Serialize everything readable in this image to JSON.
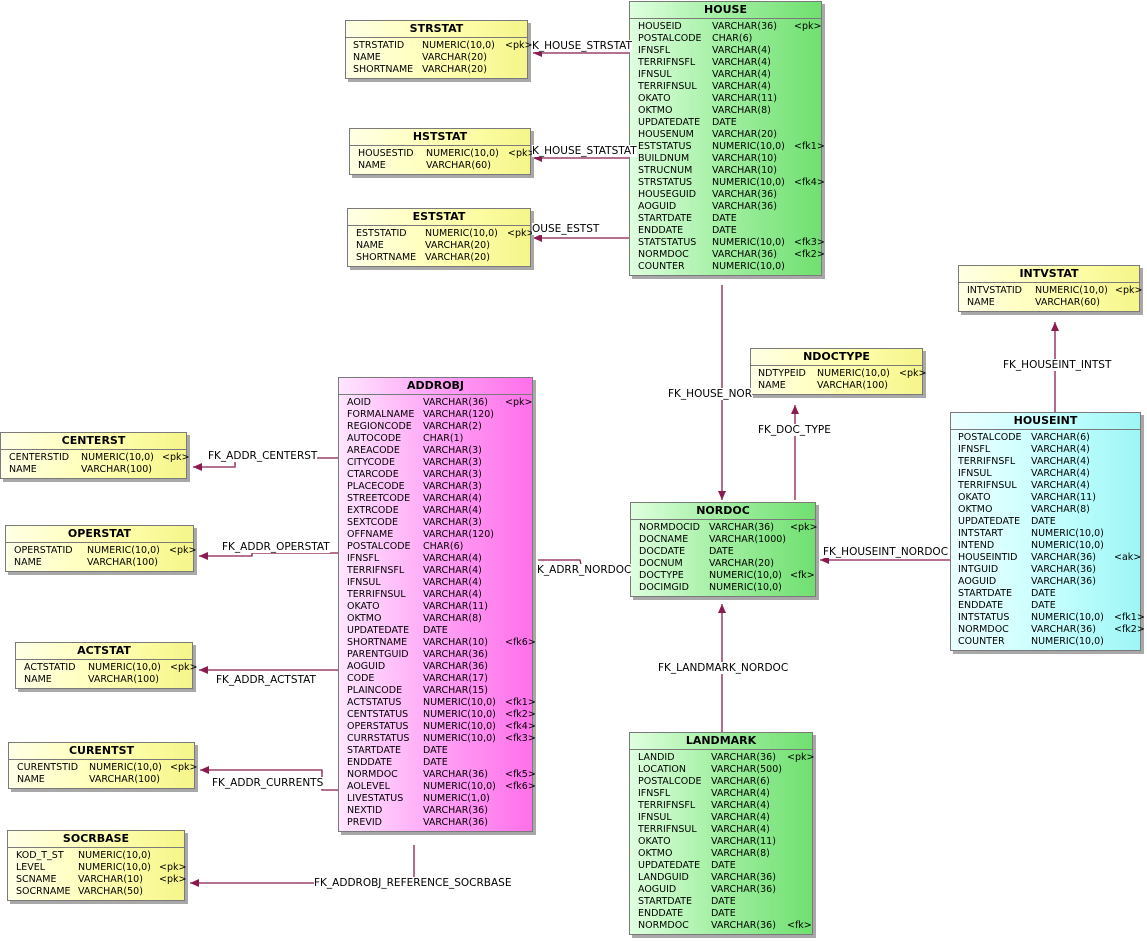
{
  "colors": {
    "yellow_table": "#ffffc0",
    "green_table": "#a0f0a0",
    "pink_table": "#ff90f0",
    "cyan_table": "#c0ffff",
    "relationship_line": "#8b1a4f"
  },
  "tables": [
    {
      "id": "house",
      "title": "HOUSE",
      "rows": [
        {
          "col": "HOUSEID",
          "type": "VARCHAR(36)",
          "key": "<pk>",
          "pk": true
        },
        {
          "col": "POSTALCODE",
          "type": "CHAR(6)",
          "key": ""
        },
        {
          "col": "IFNSFL",
          "type": "VARCHAR(4)",
          "key": ""
        },
        {
          "col": "TERRIFNSFL",
          "type": "VARCHAR(4)",
          "key": ""
        },
        {
          "col": "IFNSUL",
          "type": "VARCHAR(4)",
          "key": ""
        },
        {
          "col": "TERRIFNSUL",
          "type": "VARCHAR(4)",
          "key": ""
        },
        {
          "col": "OKATO",
          "type": "VARCHAR(11)",
          "key": ""
        },
        {
          "col": "OKTMO",
          "type": "VARCHAR(8)",
          "key": ""
        },
        {
          "col": "UPDATEDATE",
          "type": "DATE",
          "key": ""
        },
        {
          "col": "HOUSENUM",
          "type": "VARCHAR(20)",
          "key": ""
        },
        {
          "col": "ESTSTATUS",
          "type": "NUMERIC(10,0)",
          "key": "<fk1>"
        },
        {
          "col": "BUILDNUM",
          "type": "VARCHAR(10)",
          "key": ""
        },
        {
          "col": "STRUCNUM",
          "type": "VARCHAR(10)",
          "key": ""
        },
        {
          "col": "STRSTATUS",
          "type": "NUMERIC(10,0)",
          "key": "<fk4>"
        },
        {
          "col": "HOUSEGUID",
          "type": "VARCHAR(36)",
          "key": ""
        },
        {
          "col": "AOGUID",
          "type": "VARCHAR(36)",
          "key": ""
        },
        {
          "col": "STARTDATE",
          "type": "DATE",
          "key": ""
        },
        {
          "col": "ENDDATE",
          "type": "DATE",
          "key": ""
        },
        {
          "col": "STATSTATUS",
          "type": "NUMERIC(10,0)",
          "key": "<fk3>"
        },
        {
          "col": "NORMDOC",
          "type": "VARCHAR(36)",
          "key": "<fk2>"
        },
        {
          "col": "COUNTER",
          "type": "NUMERIC(10,0)",
          "key": ""
        }
      ]
    },
    {
      "id": "strstat",
      "title": "STRSTAT",
      "rows": [
        {
          "col": "STRSTATID",
          "type": "NUMERIC(10,0)",
          "key": "<pk>",
          "pk": true
        },
        {
          "col": "NAME",
          "type": "VARCHAR(20)",
          "key": ""
        },
        {
          "col": "SHORTNAME",
          "type": "VARCHAR(20)",
          "key": ""
        }
      ]
    },
    {
      "id": "hststat",
      "title": "HSTSTAT",
      "rows": [
        {
          "col": "HOUSESTID",
          "type": "NUMERIC(10,0)",
          "key": "<pk>",
          "pk": true
        },
        {
          "col": "NAME",
          "type": "VARCHAR(60)",
          "key": ""
        }
      ]
    },
    {
      "id": "eststat",
      "title": "ESTSTAT",
      "rows": [
        {
          "col": "ESTSTATID",
          "type": "NUMERIC(10,0)",
          "key": "<pk>",
          "pk": true
        },
        {
          "col": "NAME",
          "type": "VARCHAR(20)",
          "key": ""
        },
        {
          "col": "SHORTNAME",
          "type": "VARCHAR(20)",
          "key": ""
        }
      ]
    },
    {
      "id": "intvstat",
      "title": "INTVSTAT",
      "rows": [
        {
          "col": "INTVSTATID",
          "type": "NUMERIC(10,0)",
          "key": "<pk>",
          "pk": true
        },
        {
          "col": "NAME",
          "type": "VARCHAR(60)",
          "key": ""
        }
      ]
    },
    {
      "id": "ndoctype",
      "title": "NDOCTYPE",
      "rows": [
        {
          "col": "NDTYPEID",
          "type": "NUMERIC(10,0)",
          "key": "<pk>",
          "pk": true
        },
        {
          "col": "NAME",
          "type": "VARCHAR(100)",
          "key": ""
        }
      ]
    },
    {
      "id": "addrobj",
      "title": "ADDROBJ",
      "rows": [
        {
          "col": "AOID",
          "type": "VARCHAR(36)",
          "key": "<pk>",
          "pk": true
        },
        {
          "col": "FORMALNAME",
          "type": "VARCHAR(120)",
          "key": ""
        },
        {
          "col": "REGIONCODE",
          "type": "VARCHAR(2)",
          "key": ""
        },
        {
          "col": "AUTOCODE",
          "type": "CHAR(1)",
          "key": ""
        },
        {
          "col": "AREACODE",
          "type": "VARCHAR(3)",
          "key": ""
        },
        {
          "col": "CITYCODE",
          "type": "VARCHAR(3)",
          "key": ""
        },
        {
          "col": "CTARCODE",
          "type": "VARCHAR(3)",
          "key": ""
        },
        {
          "col": "PLACECODE",
          "type": "VARCHAR(3)",
          "key": ""
        },
        {
          "col": "STREETCODE",
          "type": "VARCHAR(4)",
          "key": ""
        },
        {
          "col": "EXTRCODE",
          "type": "VARCHAR(4)",
          "key": ""
        },
        {
          "col": "SEXTCODE",
          "type": "VARCHAR(3)",
          "key": ""
        },
        {
          "col": "OFFNAME",
          "type": "VARCHAR(120)",
          "key": ""
        },
        {
          "col": "POSTALCODE",
          "type": "CHAR(6)",
          "key": ""
        },
        {
          "col": "IFNSFL",
          "type": "VARCHAR(4)",
          "key": ""
        },
        {
          "col": "TERRIFNSFL",
          "type": "VARCHAR(4)",
          "key": ""
        },
        {
          "col": "IFNSUL",
          "type": "VARCHAR(4)",
          "key": ""
        },
        {
          "col": "TERRIFNSUL",
          "type": "VARCHAR(4)",
          "key": ""
        },
        {
          "col": "OKATO",
          "type": "VARCHAR(11)",
          "key": ""
        },
        {
          "col": "OKTMO",
          "type": "VARCHAR(8)",
          "key": ""
        },
        {
          "col": "UPDATEDATE",
          "type": "DATE",
          "key": ""
        },
        {
          "col": "SHORTNAME",
          "type": "VARCHAR(10)",
          "key": "<fk6>"
        },
        {
          "col": "PARENTGUID",
          "type": "VARCHAR(36)",
          "key": ""
        },
        {
          "col": "AOGUID",
          "type": "VARCHAR(36)",
          "key": ""
        },
        {
          "col": "CODE",
          "type": "VARCHAR(17)",
          "key": ""
        },
        {
          "col": "PLAINCODE",
          "type": "VARCHAR(15)",
          "key": ""
        },
        {
          "col": "ACTSTATUS",
          "type": "NUMERIC(10,0)",
          "key": "<fk1>"
        },
        {
          "col": "CENTSTATUS",
          "type": "NUMERIC(10,0)",
          "key": "<fk2>"
        },
        {
          "col": "OPERSTATUS",
          "type": "NUMERIC(10,0)",
          "key": "<fk4>"
        },
        {
          "col": "CURRSTATUS",
          "type": "NUMERIC(10,0)",
          "key": "<fk3>"
        },
        {
          "col": "STARTDATE",
          "type": "DATE",
          "key": ""
        },
        {
          "col": "ENDDATE",
          "type": "DATE",
          "key": ""
        },
        {
          "col": "NORMDOC",
          "type": "VARCHAR(36)",
          "key": "<fk5>"
        },
        {
          "col": "AOLEVEL",
          "type": "NUMERIC(10,0)",
          "key": "<fk6>"
        },
        {
          "col": "LIVESTATUS",
          "type": "NUMERIC(1,0)",
          "key": ""
        },
        {
          "col": "NEXTID",
          "type": "VARCHAR(36)",
          "key": ""
        },
        {
          "col": "PREVID",
          "type": "VARCHAR(36)",
          "key": ""
        }
      ]
    },
    {
      "id": "centerst",
      "title": "CENTERST",
      "rows": [
        {
          "col": "CENTERSTID",
          "type": "NUMERIC(10,0)",
          "key": "<pk>",
          "pk": true
        },
        {
          "col": "NAME",
          "type": "VARCHAR(100)",
          "key": ""
        }
      ]
    },
    {
      "id": "operstat",
      "title": "OPERSTAT",
      "rows": [
        {
          "col": "OPERSTATID",
          "type": "NUMERIC(10,0)",
          "key": "<pk>",
          "pk": true
        },
        {
          "col": "NAME",
          "type": "VARCHAR(100)",
          "key": ""
        }
      ]
    },
    {
      "id": "actstat",
      "title": "ACTSTAT",
      "rows": [
        {
          "col": "ACTSTATID",
          "type": "NUMERIC(10,0)",
          "key": "<pk>",
          "pk": true
        },
        {
          "col": "NAME",
          "type": "VARCHAR(100)",
          "key": ""
        }
      ]
    },
    {
      "id": "curentst",
      "title": "CURENTST",
      "rows": [
        {
          "col": "CURENTSTID",
          "type": "NUMERIC(10,0)",
          "key": "<pk>",
          "pk": true
        },
        {
          "col": "NAME",
          "type": "VARCHAR(100)",
          "key": ""
        }
      ]
    },
    {
      "id": "socrbase",
      "title": "SOCRBASE",
      "rows": [
        {
          "col": "KOD_T_ST",
          "type": "NUMERIC(10,0)",
          "key": ""
        },
        {
          "col": "LEVEL",
          "type": "NUMERIC(10,0)",
          "key": "<pk>",
          "pk": true
        },
        {
          "col": "SCNAME",
          "type": "VARCHAR(10)",
          "key": "<pk>",
          "pk": true
        },
        {
          "col": "SOCRNAME",
          "type": "VARCHAR(50)",
          "key": ""
        }
      ]
    },
    {
      "id": "nordoc",
      "title": "NORDOC",
      "rows": [
        {
          "col": "NORMDOCID",
          "type": "VARCHAR(36)",
          "key": "<pk>",
          "pk": true
        },
        {
          "col": "DOCNAME",
          "type": "VARCHAR(1000)",
          "key": ""
        },
        {
          "col": "DOCDATE",
          "type": "DATE",
          "key": ""
        },
        {
          "col": "DOCNUM",
          "type": "VARCHAR(20)",
          "key": ""
        },
        {
          "col": "DOCTYPE",
          "type": "NUMERIC(10,0)",
          "key": "<fk>"
        },
        {
          "col": "DOCIMGID",
          "type": "NUMERIC(10,0)",
          "key": ""
        }
      ]
    },
    {
      "id": "houseint",
      "title": "HOUSEINT",
      "rows": [
        {
          "col": "POSTALCODE",
          "type": "VARCHAR(6)",
          "key": ""
        },
        {
          "col": "IFNSFL",
          "type": "VARCHAR(4)",
          "key": ""
        },
        {
          "col": "TERRIFNSFL",
          "type": "VARCHAR(4)",
          "key": ""
        },
        {
          "col": "IFNSUL",
          "type": "VARCHAR(4)",
          "key": ""
        },
        {
          "col": "TERRIFNSUL",
          "type": "VARCHAR(4)",
          "key": ""
        },
        {
          "col": "OKATO",
          "type": "VARCHAR(11)",
          "key": ""
        },
        {
          "col": "OKTMO",
          "type": "VARCHAR(8)",
          "key": ""
        },
        {
          "col": "UPDATEDATE",
          "type": "DATE",
          "key": ""
        },
        {
          "col": "INTSTART",
          "type": "NUMERIC(10,0)",
          "key": ""
        },
        {
          "col": "INTEND",
          "type": "NUMERIC(10,0)",
          "key": ""
        },
        {
          "col": "HOUSEINTID",
          "type": "VARCHAR(36)",
          "key": "<ak>"
        },
        {
          "col": "INTGUID",
          "type": "VARCHAR(36)",
          "key": ""
        },
        {
          "col": "AOGUID",
          "type": "VARCHAR(36)",
          "key": ""
        },
        {
          "col": "STARTDATE",
          "type": "DATE",
          "key": ""
        },
        {
          "col": "ENDDATE",
          "type": "DATE",
          "key": ""
        },
        {
          "col": "INTSTATUS",
          "type": "NUMERIC(10,0)",
          "key": "<fk1>"
        },
        {
          "col": "NORMDOC",
          "type": "VARCHAR(36)",
          "key": "<fk2>"
        },
        {
          "col": "COUNTER",
          "type": "NUMERIC(10,0)",
          "key": ""
        }
      ]
    },
    {
      "id": "landmark",
      "title": "LANDMARK",
      "rows": [
        {
          "col": "LANDID",
          "type": "VARCHAR(36)",
          "key": "<pk>",
          "pk": true
        },
        {
          "col": "LOCATION",
          "type": "VARCHAR(500)",
          "key": ""
        },
        {
          "col": "POSTALCODE",
          "type": "VARCHAR(6)",
          "key": ""
        },
        {
          "col": "IFNSFL",
          "type": "VARCHAR(4)",
          "key": ""
        },
        {
          "col": "TERRIFNSFL",
          "type": "VARCHAR(4)",
          "key": ""
        },
        {
          "col": "IFNSUL",
          "type": "VARCHAR(4)",
          "key": ""
        },
        {
          "col": "TERRIFNSUL",
          "type": "VARCHAR(4)",
          "key": ""
        },
        {
          "col": "OKATO",
          "type": "VARCHAR(11)",
          "key": ""
        },
        {
          "col": "OKTMO",
          "type": "VARCHAR(8)",
          "key": ""
        },
        {
          "col": "UPDATEDATE",
          "type": "DATE",
          "key": ""
        },
        {
          "col": "LANDGUID",
          "type": "VARCHAR(36)",
          "key": ""
        },
        {
          "col": "AOGUID",
          "type": "VARCHAR(36)",
          "key": ""
        },
        {
          "col": "STARTDATE",
          "type": "DATE",
          "key": ""
        },
        {
          "col": "ENDDATE",
          "type": "DATE",
          "key": ""
        },
        {
          "col": "NORMDOC",
          "type": "VARCHAR(36)",
          "key": "<fk>"
        }
      ]
    }
  ],
  "relationships": [
    {
      "id": "fk_house_strstat",
      "label": "K_HOUSE_STRSTAT"
    },
    {
      "id": "fk_house_statstatus",
      "label": "K_HOUSE_STATSTAT"
    },
    {
      "id": "fk_house_eststat",
      "label": "OUSE_ESTST"
    },
    {
      "id": "fk_house_nordoc",
      "label": "FK_HOUSE_NOR"
    },
    {
      "id": "fk_doc_type",
      "label": "FK_DOC_TYPE"
    },
    {
      "id": "fk_houseint_intst",
      "label": "FK_HOUSEINT_INTST"
    },
    {
      "id": "fk_houseint_nordoc",
      "label": "FK_HOUSEINT_NORDOC"
    },
    {
      "id": "fk_adrr_nordoc",
      "label": "K_ADRR_NORDOC"
    },
    {
      "id": "fk_landmark_nordoc",
      "label": "FK_LANDMARK_NORDOC"
    },
    {
      "id": "fk_addr_centerst",
      "label": "FK_ADDR_CENTERST"
    },
    {
      "id": "fk_addr_operstat",
      "label": "FK_ADDR_OPERSTAT"
    },
    {
      "id": "fk_addr_actstat",
      "label": "FK_ADDR_ACTSTAT"
    },
    {
      "id": "fk_addr_currents",
      "label": "FK_ADDR_CURRENTS"
    },
    {
      "id": "fk_addrobj_socrbase",
      "label": "FK_ADDROBJ_REFERENCE_SOCRBASE"
    }
  ]
}
